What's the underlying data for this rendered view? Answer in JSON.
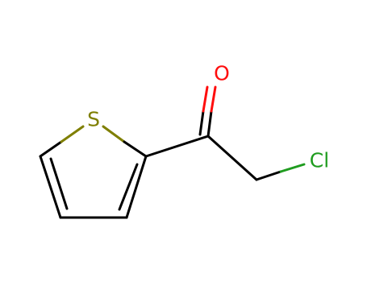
{
  "molecule": {
    "atoms": {
      "sulfur": {
        "symbol": "S",
        "color": "#7f7f00"
      },
      "oxygen": {
        "symbol": "O",
        "color": "#ff0d0d"
      },
      "chlorine": {
        "symbol": "Cl",
        "color": "#1f9c1f"
      }
    },
    "bond_color": "#000000"
  }
}
